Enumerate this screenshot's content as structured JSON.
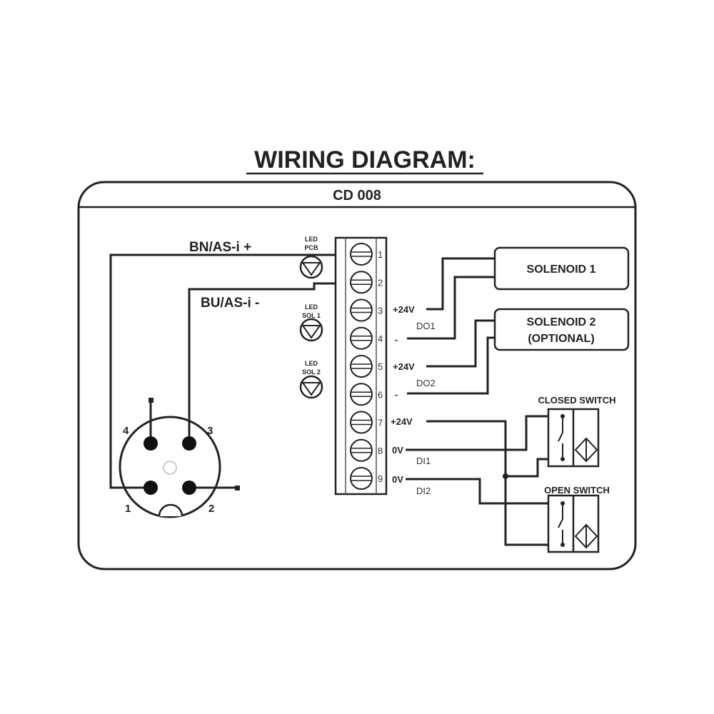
{
  "title": "WIRING DIAGRAM:",
  "device": "CD 008",
  "wires": {
    "bn": "BN/AS-i +",
    "bu": "BU/AS-i -"
  },
  "leds": [
    {
      "line1": "LED",
      "line2": "PCB"
    },
    {
      "line1": "LED",
      "line2": "SOL 1"
    },
    {
      "line1": "LED",
      "line2": "SOL 2"
    }
  ],
  "terminals": [
    "1",
    "2",
    "3",
    "4",
    "5",
    "6",
    "7",
    "8",
    "9"
  ],
  "terminal_labels": {
    "t3": "+24V",
    "t4": "-",
    "t5": "+24V",
    "t6": "-",
    "t7": "+24V",
    "t8": "0V",
    "t9": "0V"
  },
  "signal_labels": {
    "do1": "DO1",
    "do2": "DO2",
    "di1": "DI1",
    "di2": "DI2"
  },
  "solenoid1": "SOLENOID 1",
  "solenoid2": {
    "line1": "SOLENOID 2",
    "line2": "(OPTIONAL)"
  },
  "closed_switch": "CLOSED SWITCH",
  "open_switch": "OPEN SWITCH",
  "connector_pins": {
    "p1": "1",
    "p2": "2",
    "p3": "3",
    "p4": "4"
  }
}
